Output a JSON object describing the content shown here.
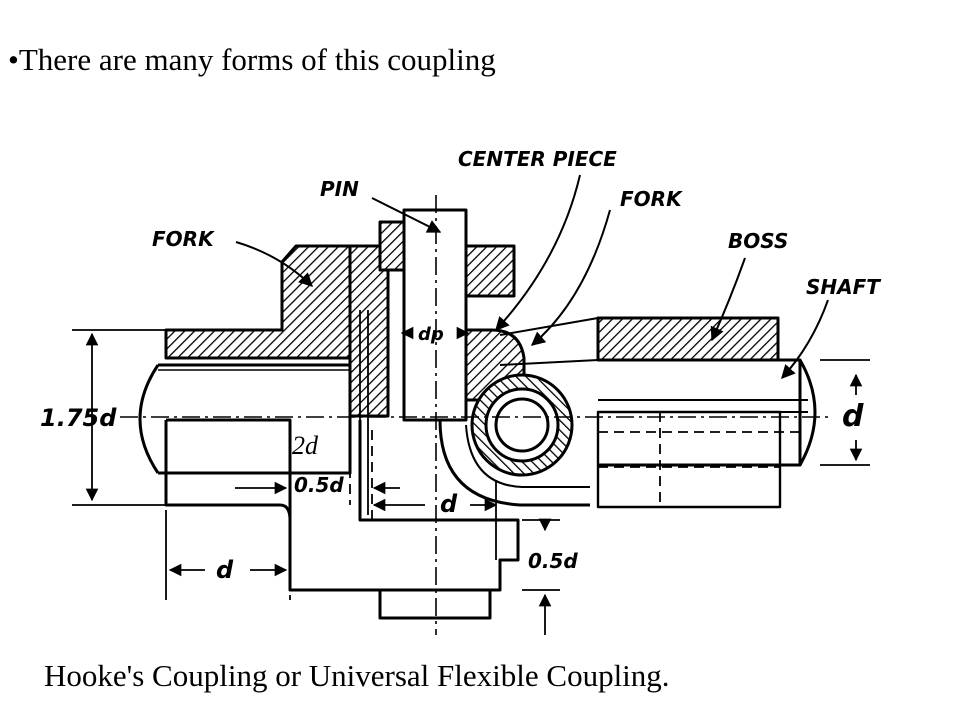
{
  "slide": {
    "bullet": "•",
    "text": "There are many forms of this coupling",
    "caption": "Hooke's Coupling or Universal Flexible Coupling."
  },
  "drawing": {
    "labels": {
      "center_piece": "CENTER PIECE",
      "pin": "PIN",
      "fork_left": "FORK",
      "fork_right": "FORK",
      "boss": "BOSS",
      "shaft": "SHAFT",
      "dim_175d": "1.75d",
      "dim_dp": "dp",
      "dim_2d": "2d",
      "dim_05d_left": "0.5d",
      "dim_d_mid": "d",
      "dim_d_bottom": "d",
      "dim_d_right": "d",
      "dim_05d_right": "0.5d"
    }
  }
}
